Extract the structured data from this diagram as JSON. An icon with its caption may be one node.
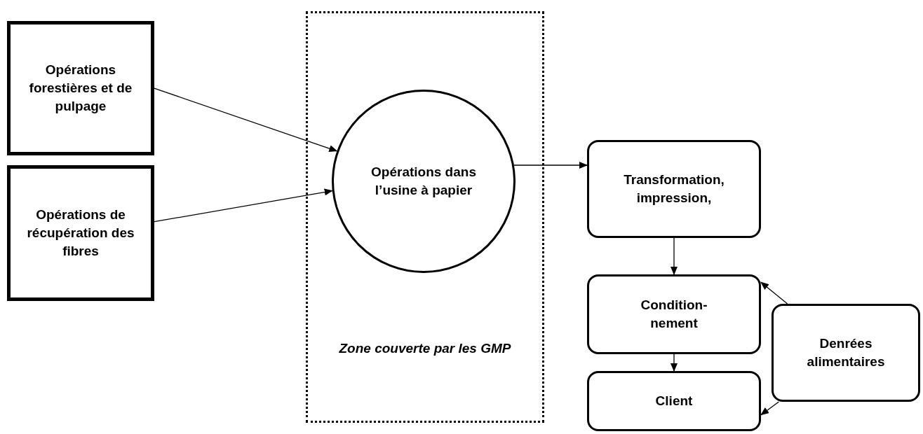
{
  "diagram": {
    "nodes": [
      {
        "text": [
          "Zone couverte par les GMP"
        ]
      },
      {
        "text": [
          "Opérations forestières et de pulpage"
        ]
      },
      {
        "text": [
          "Opérations de récupération des fibres"
        ]
      },
      {
        "text": [
          "Opérations dans l’usine à papier"
        ],
        "in": 0
      },
      {
        "text": [
          "Transformation, impression,"
        ]
      },
      {
        "text": [
          "Condition- nement"
        ]
      },
      {
        "text": [
          "Denrées alimentaires"
        ]
      },
      {
        "text": [
          "Client"
        ]
      }
    ],
    "edges": [
      {
        "from": 1,
        "to": 3,
        "arrow": "to"
      },
      {
        "from": 2,
        "to": 3,
        "arrow": "to"
      },
      {
        "from": 3,
        "to": 4,
        "arrow": "to"
      },
      {
        "from": 4,
        "to": 5,
        "arrow": "to"
      },
      {
        "from": 5,
        "to": 7,
        "arrow": "to"
      },
      {
        "from": 6,
        "to": 5,
        "arrow": "to"
      },
      {
        "from": 6,
        "to": 7,
        "arrow": "to"
      }
    ]
  }
}
